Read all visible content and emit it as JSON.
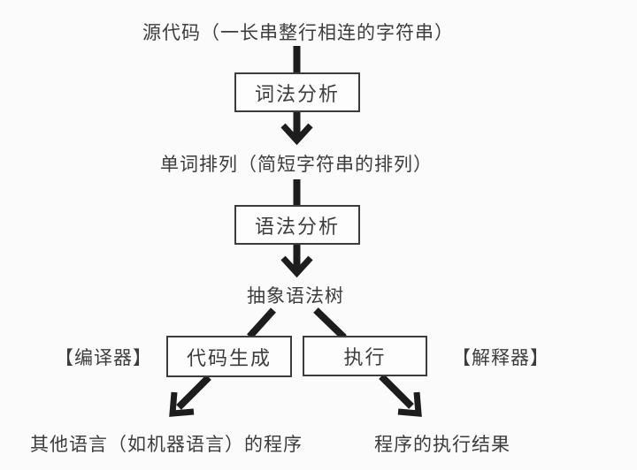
{
  "diagram": {
    "title_node": "源代码（一长串整行相连的字符串）",
    "nodes": {
      "source_code": "源代码（一长串整行相连的字符串）",
      "lexical_analysis": "词法分析",
      "token_sequence": "单词排列（简短字符串的排列）",
      "syntax_analysis": "语法分析",
      "abstract_syntax_tree": "抽象语法树",
      "compiler_label": "【编译器】",
      "code_generation": "代码生成",
      "execution": "执行",
      "interpreter_label": "【解释器】",
      "other_language_program": "其他语言（如机器语言）的程序",
      "execution_result": "程序的执行结果"
    }
  },
  "colors": {
    "background": "#fbfbfb",
    "line": "#1d1d1d",
    "text": "#3c3c3c",
    "box_border": "#3c3c3c",
    "box_fill": "#fdfdfd"
  }
}
